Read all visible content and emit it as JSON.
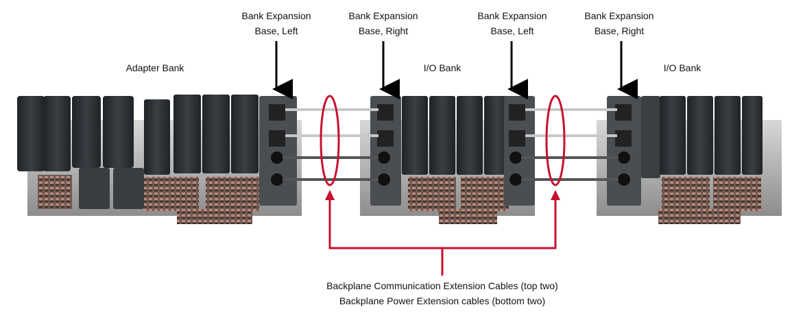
{
  "labels": {
    "bank_exp_1": {
      "line1": "Bank Expansion",
      "line2": "Base, Left"
    },
    "bank_exp_2": {
      "line1": "Bank Expansion",
      "line2": "Base, Right"
    },
    "bank_exp_3": {
      "line1": "Bank Expansion",
      "line2": "Base, Left"
    },
    "bank_exp_4": {
      "line1": "Bank Expansion",
      "line2": "Base, Right"
    },
    "adapter_bank": "Adapter Bank",
    "io_bank_1": "I/O Bank",
    "io_bank_2": "I/O Bank"
  },
  "caption": {
    "line1": "Backplane Communication Extension Cables (top two)",
    "line2": "Backplane Power Extension cables (bottom two)"
  },
  "colors": {
    "accent": "#c8102e",
    "module_dark": "#2b2f33",
    "terminal": "#8a6a5e"
  }
}
